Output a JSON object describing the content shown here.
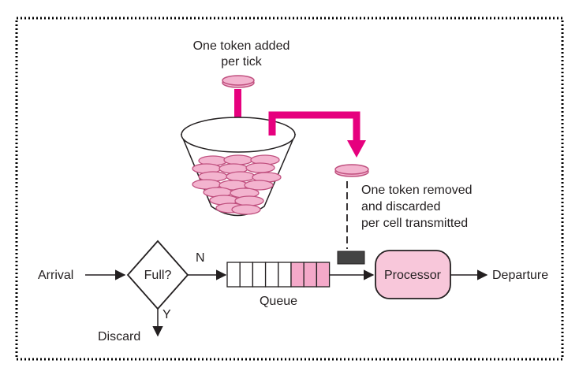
{
  "labels": {
    "token_added_line1": "One token added",
    "token_added_line2": "per tick",
    "token_removed_line1": "One token removed",
    "token_removed_line2": "and discarded",
    "token_removed_line3": "per cell transmitted",
    "arrival": "Arrival",
    "full_decision": "Full?",
    "no_branch": "N",
    "yes_branch": "Y",
    "discard": "Discard",
    "queue": "Queue",
    "processor": "Processor",
    "departure": "Departure"
  },
  "colors": {
    "accent_magenta": "#e6007e",
    "token_pink": "#f3b4cf",
    "token_edge": "#c0507f",
    "queue_filled": "#f4a9c9",
    "processor_fill": "#f8c7da",
    "gate_dark": "#444444",
    "outline": "#231f20",
    "border": "#000000"
  },
  "queue": {
    "total_cells": 8,
    "filled_cells": 3
  }
}
